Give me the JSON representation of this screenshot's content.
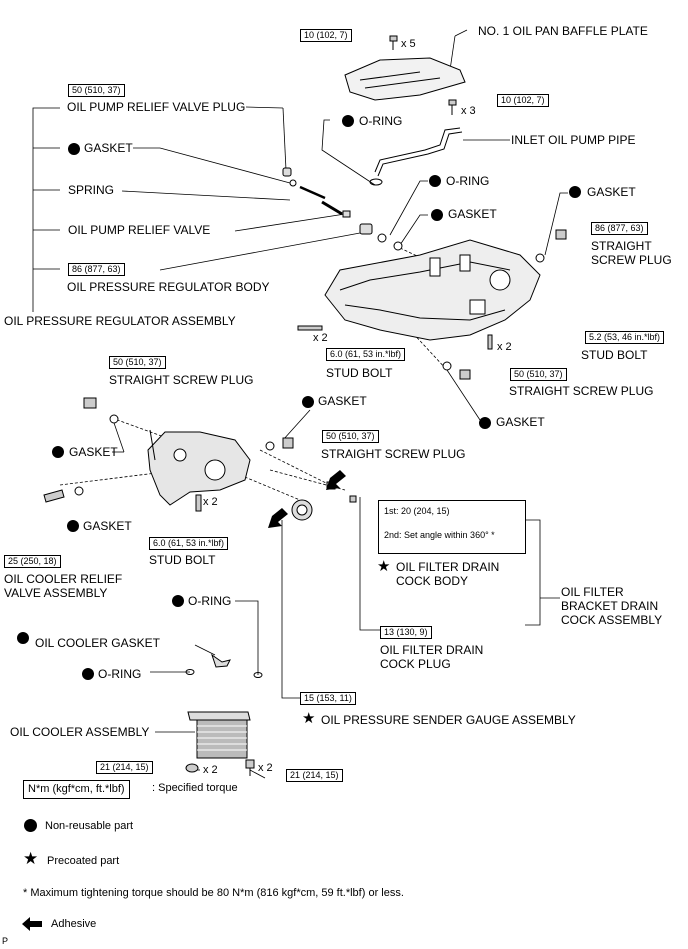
{
  "labels": {
    "no1_oil_pan_baffle_plate": "NO. 1 OIL PAN BAFFLE PLATE",
    "oil_pump_relief_valve_plug": "OIL PUMP RELIEF VALVE PLUG",
    "o_ring": "O-RING",
    "gasket": "GASKET",
    "inlet_oil_pump_pipe": "INLET OIL PUMP PIPE",
    "spring": "SPRING",
    "oil_pump_relief_valve": "OIL PUMP RELIEF VALVE",
    "oil_pressure_regulator_body": "OIL PRESSURE REGULATOR BODY",
    "oil_pressure_regulator_assembly": "OIL PRESSURE REGULATOR ASSEMBLY",
    "straight_screw_plug": "STRAIGHT SCREW PLUG",
    "straight_screw_plug_line1": "STRAIGHT",
    "straight_screw_plug_line2": "SCREW PLUG",
    "stud_bolt": "STUD BOLT",
    "oil_cooler_relief_valve_line1": "OIL COOLER RELIEF",
    "oil_cooler_relief_valve_line2": "VALVE ASSEMBLY",
    "oil_filter_drain_cock_body_line1": "OIL FILTER DRAIN",
    "oil_filter_drain_cock_body_line2": "COCK BODY",
    "oil_filter_bracket_line1": "OIL FILTER",
    "oil_filter_bracket_line2": "BRACKET DRAIN",
    "oil_filter_bracket_line3": "COCK ASSEMBLY",
    "oil_filter_drain_cock_plug_line1": "OIL FILTER DRAIN",
    "oil_filter_drain_cock_plug_line2": "COCK PLUG",
    "oil_cooler_gasket": "OIL COOLER GASKET",
    "oil_pressure_sender_gauge": "OIL PRESSURE SENDER GAUGE ASSEMBLY",
    "oil_cooler_assembly": "OIL COOLER ASSEMBLY"
  },
  "torques": {
    "t_10_a": "10 (102, 7)",
    "t_10_b": "10 (102, 7)",
    "t_50_plug": "50 (510, 37)",
    "t_86_reg": "86 (877, 63)",
    "t_86_plug": "86 (877, 63)",
    "t_52_stud": "5.2 (53, 46 in.*lbf)",
    "t_60_stud_a": "6.0 (61, 53 in.*lbf)",
    "t_50_plug_b": "50 (510, 37)",
    "t_50_plug_c": "50 (510, 37)",
    "t_50_plug_d": "50 (510, 37)",
    "t_60_stud_b": "6.0 (61, 53 in.*lbf)",
    "t_25": "25 (250, 18)",
    "t_drain_1st": "1st: 20 (204, 15)",
    "t_drain_2nd": "2nd: Set angle within 360° *",
    "t_13": "13 (130, 9)",
    "t_15": "15 (153, 11)",
    "t_21_a": "21 (214, 15)",
    "t_21_b": "21 (214, 15)"
  },
  "quantities": {
    "x5": "x 5",
    "x3": "x 3",
    "x2": "x 2"
  },
  "legend": {
    "unit": "N*m (kgf*cm, ft.*lbf)",
    "unit_desc": ": Specified torque",
    "non_reusable": "Non-reusable part",
    "precoated": "Precoated part",
    "footnote": "* Maximum tightening torque should be 80 N*m (816 kgf*cm, 59 ft.*lbf) or less.",
    "adhesive": "Adhesive"
  },
  "corner_mark": "P"
}
